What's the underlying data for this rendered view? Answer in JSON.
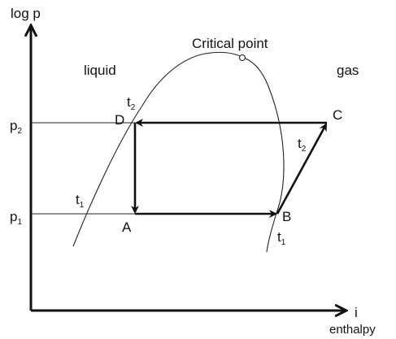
{
  "axes": {
    "y_label": "log p",
    "x_label": "i",
    "x_sublabel": "enthalpy"
  },
  "regions": {
    "liquid": "liquid",
    "gas": "gas",
    "critical_point": "Critical point"
  },
  "pressures": {
    "p2": {
      "base": "p",
      "sub": "2"
    },
    "p1": {
      "base": "p",
      "sub": "1"
    }
  },
  "points": {
    "A": "A",
    "B": "B",
    "C": "C",
    "D": "D"
  },
  "temperatures": {
    "t2_near_D": {
      "base": "t",
      "sub": "2"
    },
    "t1_left": {
      "base": "t",
      "sub": "1"
    },
    "t2_right": {
      "base": "t",
      "sub": "2"
    },
    "t1_bottom": {
      "base": "t",
      "sub": "1"
    }
  }
}
